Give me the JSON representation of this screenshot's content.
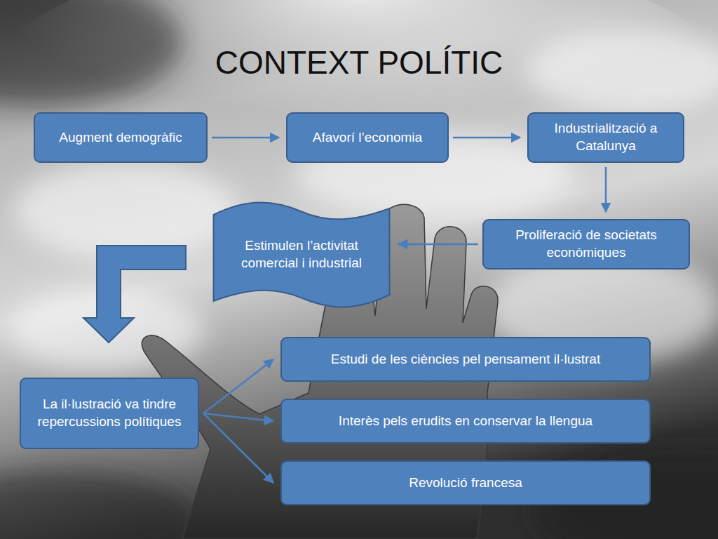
{
  "diagram": {
    "title": "CONTEXT POLÍTIC",
    "nodes": [
      {
        "text": [
          "Augment demogràfic"
        ]
      },
      {
        "text": [
          "Afavorí l’economia"
        ]
      },
      {
        "text": [
          "Industrialització a Catalunya"
        ]
      },
      {
        "text": [
          "Estimulen l’activitat comercial i industrial"
        ]
      },
      {
        "text": [
          "Proliferació de societats econòmiques"
        ]
      },
      {
        "text": [
          "La il·lustració va tindre repercussions polítiques"
        ]
      },
      {
        "text": [
          "Estudi de les ciències pel pensament il·lustrat"
        ]
      },
      {
        "text": [
          "Interès pels erudits en conservar la llengua"
        ]
      },
      {
        "text": [
          "Revolució francesa"
        ]
      }
    ],
    "edges": [
      {
        "from": 0,
        "to": 1,
        "arrow": "to"
      },
      {
        "from": 1,
        "to": 2,
        "arrow": "to"
      },
      {
        "from": 2,
        "to": 4,
        "arrow": "to"
      },
      {
        "from": 4,
        "to": 3,
        "arrow": "to"
      },
      {
        "from": 3,
        "to": 5,
        "arrow": "to"
      },
      {
        "from": 5,
        "to": 6,
        "arrow": "to"
      },
      {
        "from": 5,
        "to": 7,
        "arrow": "to"
      },
      {
        "from": 5,
        "to": 8,
        "arrow": "to"
      }
    ]
  }
}
